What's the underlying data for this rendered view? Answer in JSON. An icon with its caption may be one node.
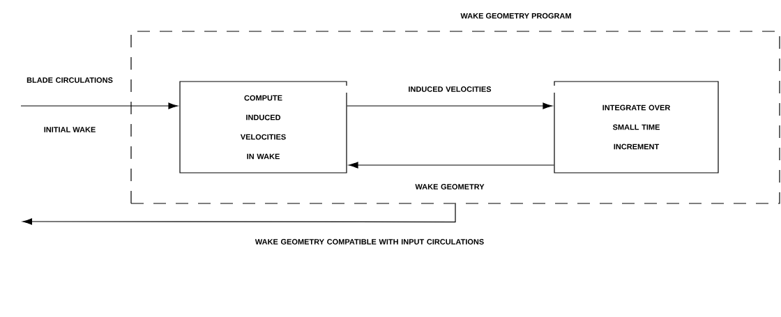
{
  "diagram": {
    "nodes": [
      {
        "text": [
          "WAKE GEOMETRY PROGRAM"
        ]
      },
      {
        "text": [
          "COMPUTE INDUCED VELOCITIES IN WAKE"
        ],
        "in": 0
      },
      {
        "text": [
          "INTEGRATE OVER SMALL TIME INCREMENT"
        ],
        "in": 0
      }
    ],
    "edges": [
      {
        "from": null,
        "to": 1,
        "arrow": "to",
        "label": "BLADE CIRCULATIONS"
      },
      {
        "from": 1,
        "to": 2,
        "arrow": "to",
        "label": "INDUCED VELOCITIES"
      },
      {
        "from": 2,
        "to": 1,
        "arrow": "to",
        "label": "WAKE GEOMETRY"
      },
      {
        "from": 0,
        "to": null,
        "arrow": "to",
        "label": "WAKE GEOMETRY COMPATIBLE WITH INPUT CIRCULATIONS"
      }
    ],
    "labels": [
      "INITIAL WAKE"
    ]
  }
}
